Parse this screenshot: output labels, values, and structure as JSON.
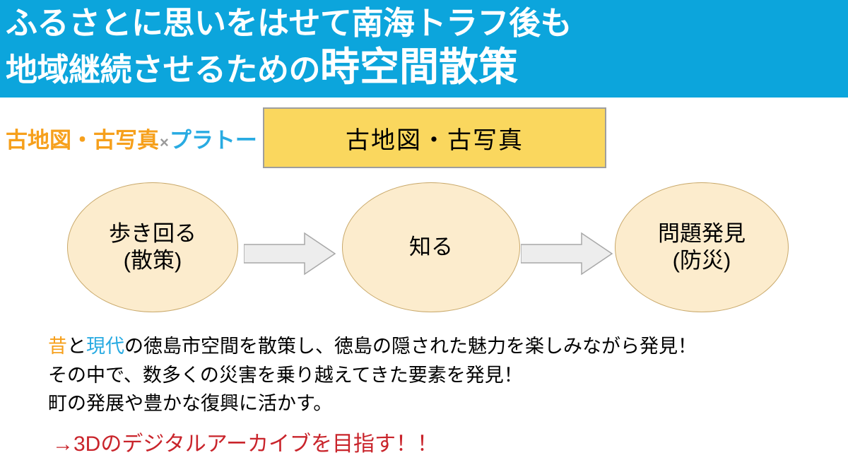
{
  "header": {
    "line1": "ふるさとに思いをはせて南海トラフ後も",
    "line2_normal": "地域継続させるための",
    "line2_emphasis": "時空間散策",
    "background_color": "#0ca5dc",
    "text_color": "#ffffff"
  },
  "subtitle": {
    "part_orange": "古地図・古写真",
    "part_separator": "×",
    "part_blue": "プラトー",
    "orange_color": "#f6a01c",
    "separator_color": "#9a9a9a",
    "blue_color": "#29abe2"
  },
  "source_box": {
    "label": "古地図・古写真",
    "fill_color": "#fad75e",
    "border_color": "#9e9e9e",
    "text_color": "#000000"
  },
  "flow": {
    "fill_color": "#fceccd",
    "border_color": "#c9a96b",
    "arrow_fill": "#ededed",
    "arrow_border": "#a8a8a8",
    "steps": [
      {
        "line1": "歩き回る",
        "line2": "(散策)"
      },
      {
        "line1": "知る",
        "line2": ""
      },
      {
        "line1": "問題発見",
        "line2": "(防災)"
      }
    ],
    "arrows": [
      {
        "name": "arrow-step1-to-step2"
      },
      {
        "name": "arrow-step2-to-step3"
      }
    ]
  },
  "body": {
    "line1_a": "昔",
    "line1_b": "と",
    "line1_c": "現代",
    "line1_d": "の徳島市空間を散策し、徳島の隠された魅力を楽しみながら発見！",
    "line2": "その中で、数多くの災害を乗り越えてきた要素を発見！",
    "line3": "町の発展や豊かな復興に活かす。",
    "highlight_past_color": "#f6a01c",
    "highlight_present_color": "#29abe2"
  },
  "conclusion": {
    "text": "→3Dのデジタルアーカイブを目指す！！",
    "color": "#c9242b"
  }
}
